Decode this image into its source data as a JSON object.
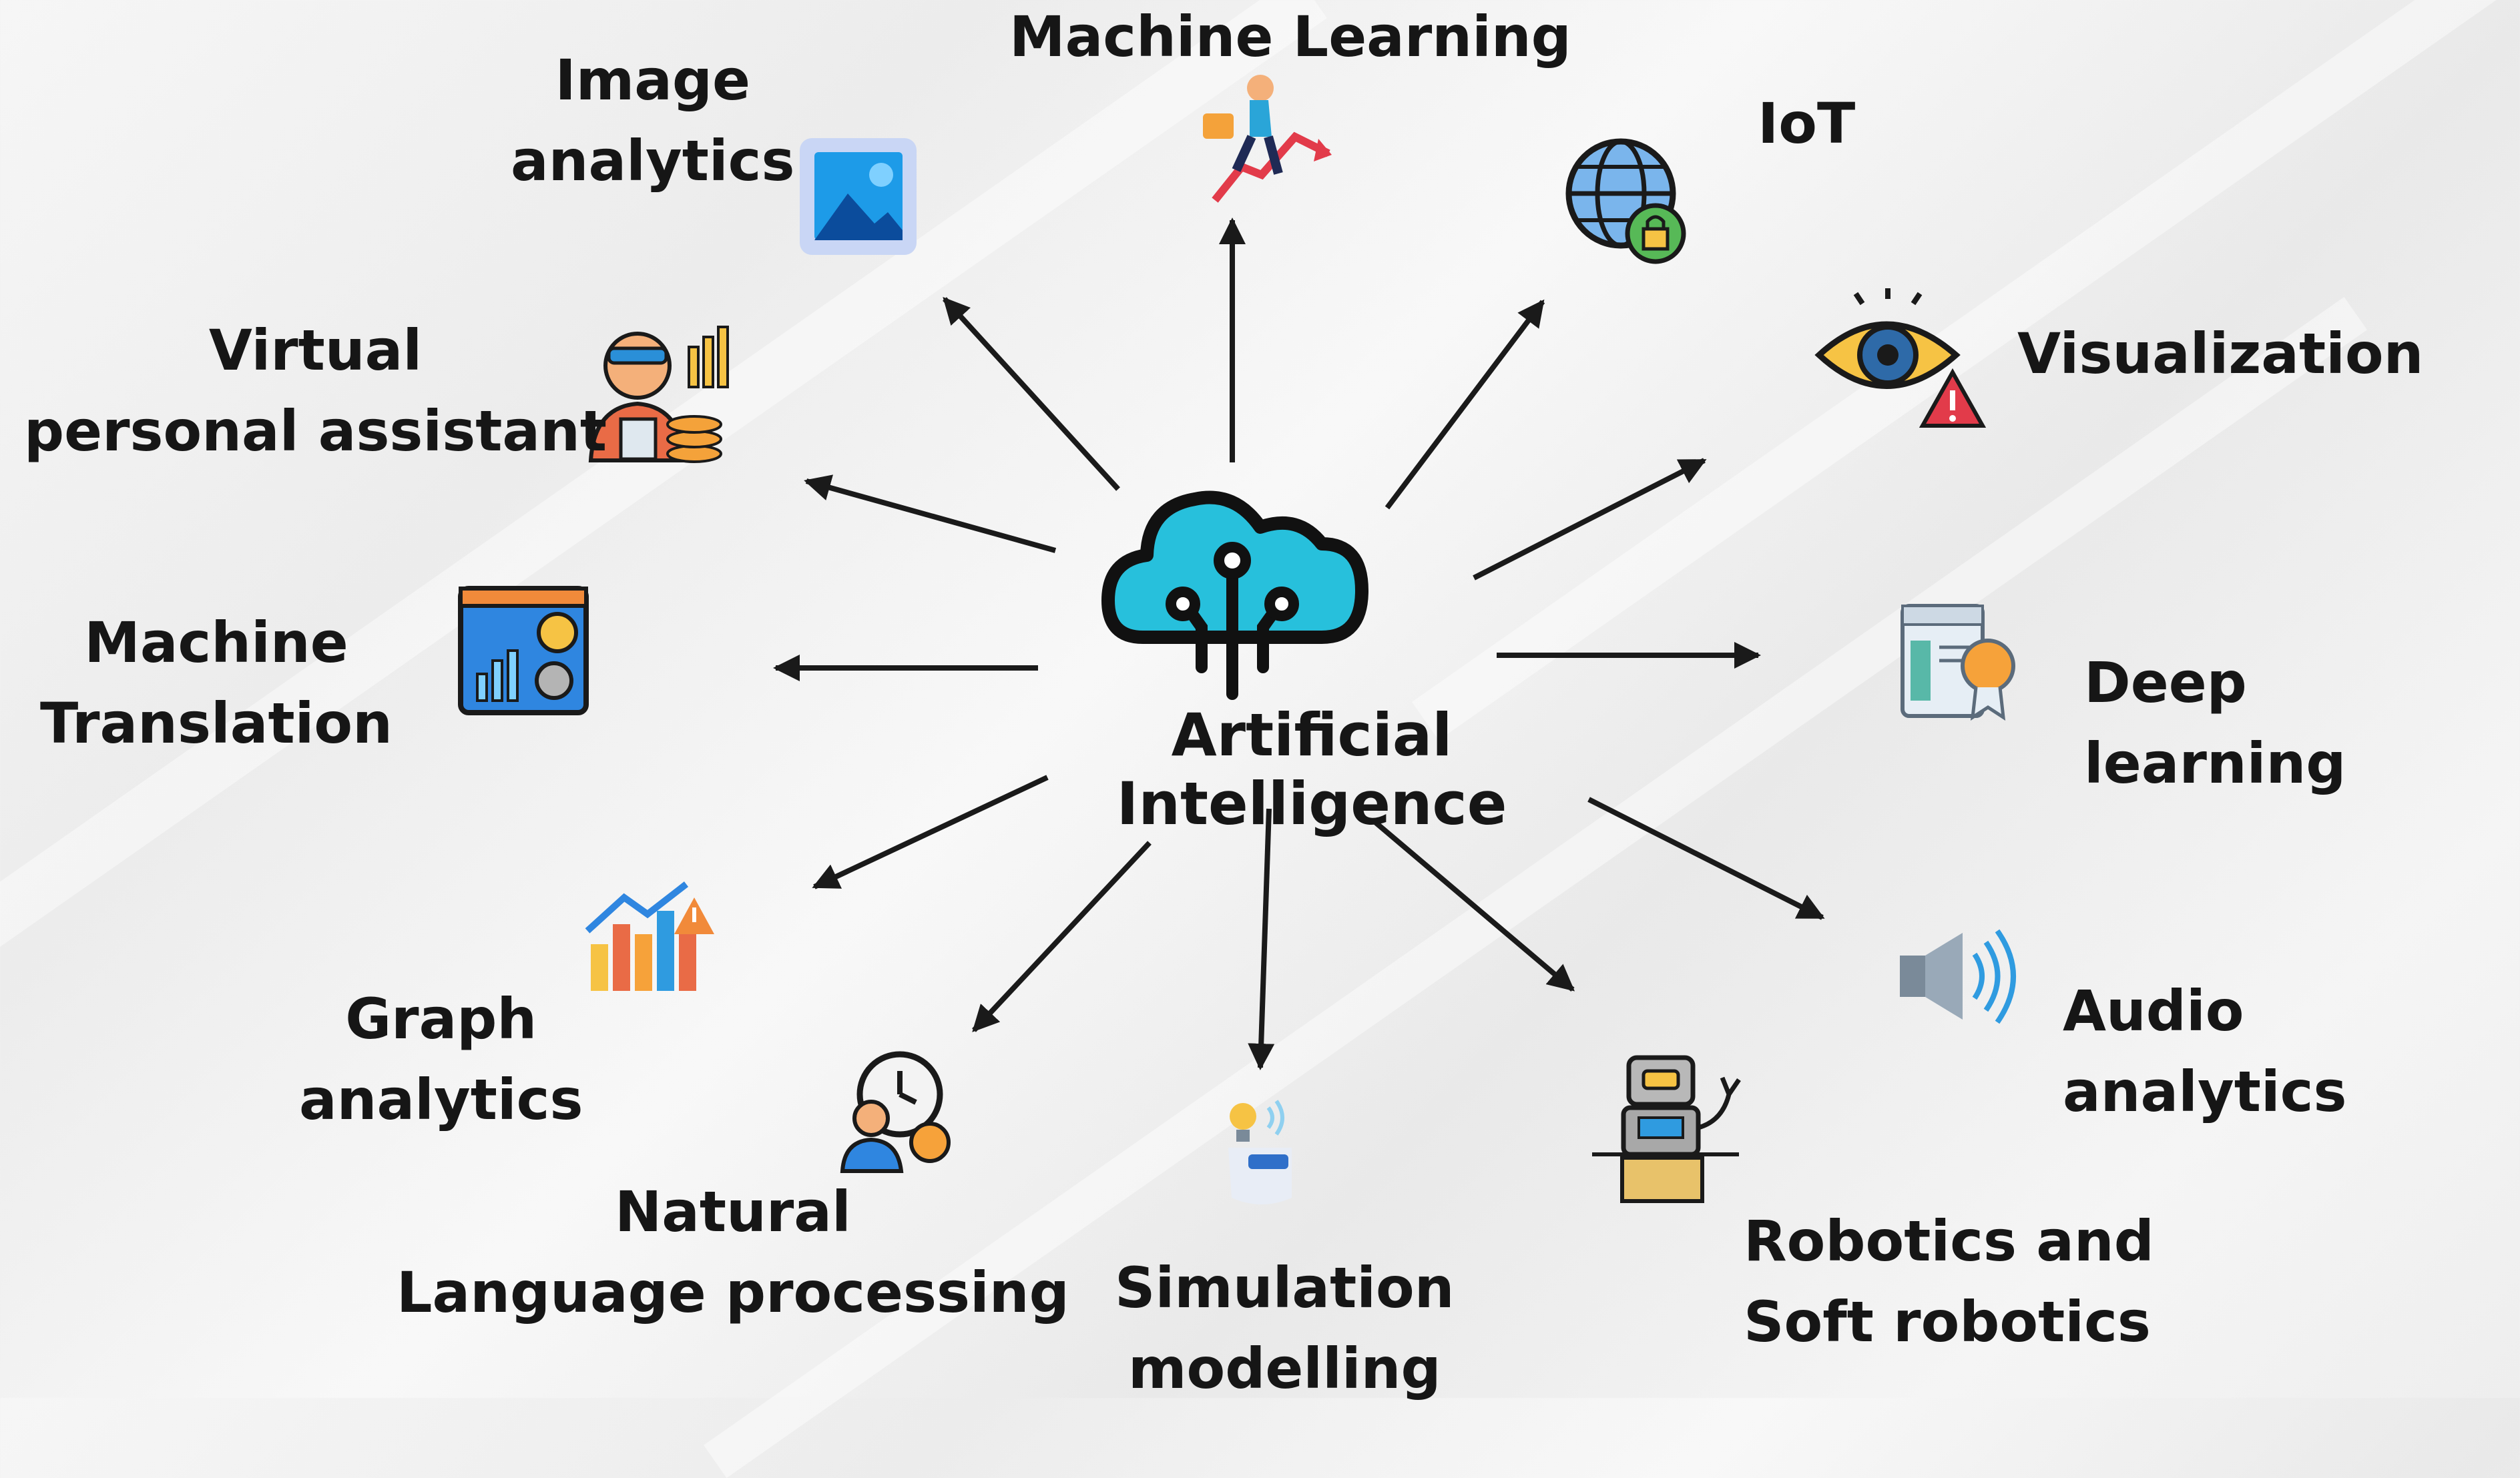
{
  "center": {
    "title": "Artificial Intelligence",
    "icon": "ai-cloud-circuit-icon",
    "icon_color": "#27c0dc"
  },
  "nodes": [
    {
      "id": "image-analytics",
      "label": "Image\nanalytics",
      "icon": "image-gallery-icon"
    },
    {
      "id": "machine-learning",
      "label": "Machine Learning",
      "icon": "climbing-success-icon"
    },
    {
      "id": "iot",
      "label": "IoT",
      "icon": "globe-lock-icon"
    },
    {
      "id": "visualization",
      "label": "Visualization",
      "icon": "eye-warning-icon"
    },
    {
      "id": "virtual-personal-assistant",
      "label": "Virtual\npersonal assistant",
      "icon": "assistant-person-icon"
    },
    {
      "id": "machine-translation",
      "label": "Machine\nTranslation",
      "icon": "dashboard-analytics-icon"
    },
    {
      "id": "deep-learning",
      "label": "Deep learning",
      "icon": "certificate-document-icon"
    },
    {
      "id": "graph-analytics",
      "label": "Graph\nanalytics",
      "icon": "bar-chart-warning-icon"
    },
    {
      "id": "audio-analytics",
      "label": "Audio analytics",
      "icon": "speaker-icon"
    },
    {
      "id": "natural-language-processing",
      "label": "Natural\nLanguage processing",
      "icon": "person-clock-gear-icon"
    },
    {
      "id": "simulation-modelling",
      "label": "Simulation\nmodelling",
      "icon": "idea-hand-icon"
    },
    {
      "id": "robotics-soft-robotics",
      "label": "Robotics and\nSoft robotics",
      "icon": "robot-icon"
    }
  ]
}
